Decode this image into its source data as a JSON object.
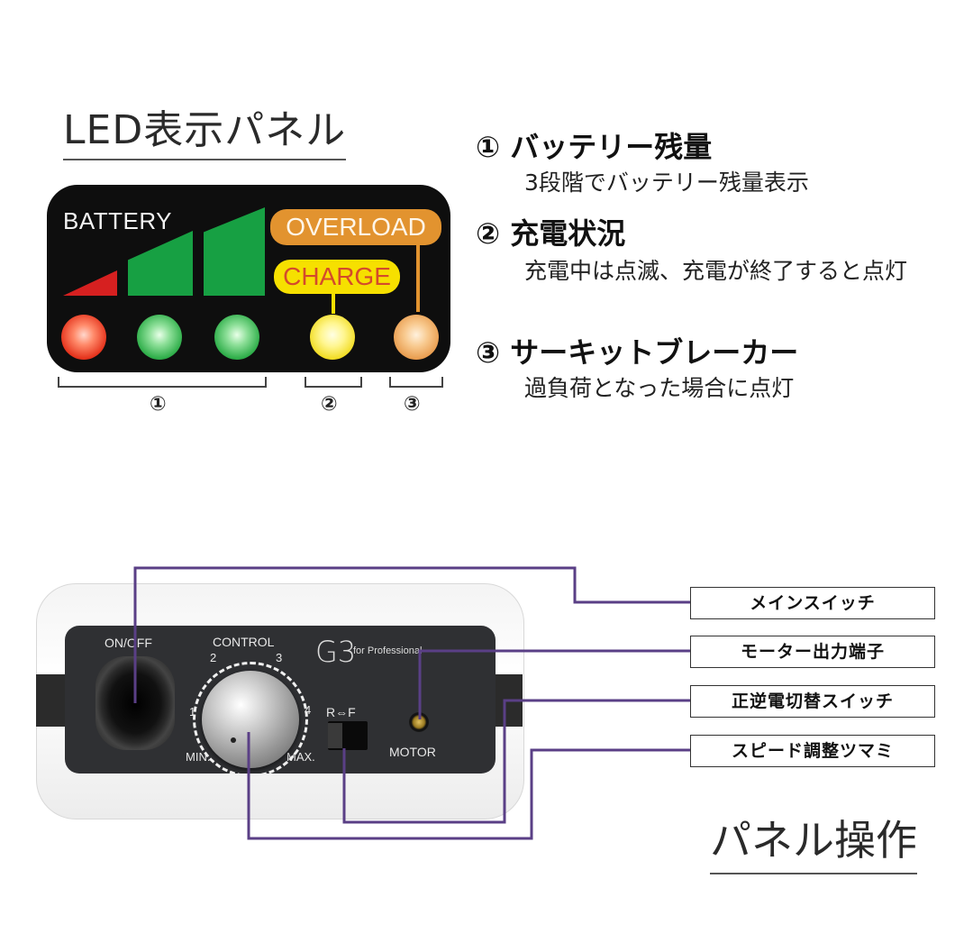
{
  "led_section": {
    "heading": "LED表示パネル",
    "panel": {
      "battery_label": "BATTERY",
      "overload_label": "OVERLOAD",
      "charge_label": "CHARGE",
      "led_colors": [
        "#e5341d",
        "#2fae4a",
        "#2fae4a",
        "#f0da1a",
        "#e7994a"
      ]
    },
    "bracket_numbers": [
      "①",
      "②",
      "③"
    ],
    "legend": [
      {
        "title": "① バッテリー残量",
        "desc": "3段階でバッテリー残量表示"
      },
      {
        "title": "② 充電状況",
        "desc": "充電中は点滅、充電が終了すると点灯"
      },
      {
        "title": "③ サーキットブレーカー",
        "desc": "過負荷となった場合に点灯"
      }
    ]
  },
  "device": {
    "onoff": "ON/OFF",
    "control": "CONTROL",
    "dial_numbers": [
      "1",
      "2",
      "3",
      "4"
    ],
    "min": "MIN.",
    "max": "MAX.",
    "rf": "R⇔F",
    "motor": "MOTOR",
    "brand": "G3",
    "brand_sub": "for Professional"
  },
  "callouts": [
    "メインスイッチ",
    "モーター出力端子",
    "正逆電切替スイッチ",
    "スピード調整ツマミ"
  ],
  "panel_section": {
    "heading": "パネル操作"
  },
  "colors": {
    "leader_line": "#5a3f86",
    "overload": "#e2932f",
    "charge": "#f6e000",
    "battery_bar_red": "#d62020",
    "battery_bar_green": "#17a043"
  }
}
